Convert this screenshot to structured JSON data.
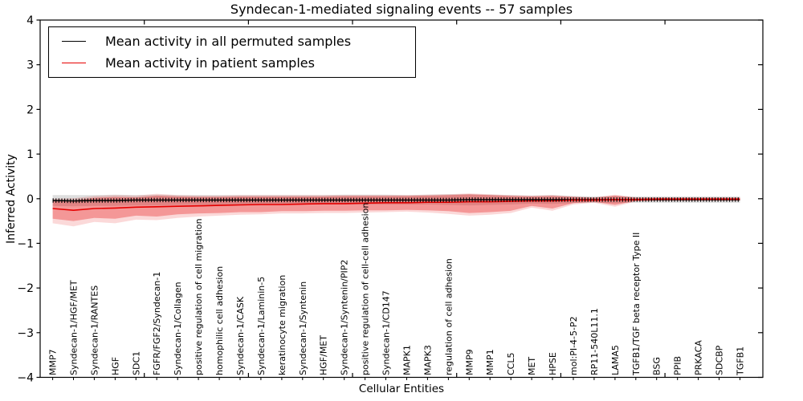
{
  "title": "Syndecan-1-mediated signaling events -- 57 samples",
  "axes": {
    "y_label": "Inferred Activity",
    "x_label": "Cellular Entities",
    "y_tick_labels": [
      "4",
      "3",
      "2",
      "1",
      "0",
      "−1",
      "−2",
      "−3",
      "−4"
    ]
  },
  "legend": {
    "items": [
      {
        "label": "Mean activity in all permuted samples",
        "color": "#000000"
      },
      {
        "label": "Mean activity in patient samples",
        "color": "#e60000"
      }
    ]
  },
  "chart_data": {
    "type": "line",
    "title": "Syndecan-1-mediated signaling events -- 57 samples",
    "xlabel": "Cellular Entities",
    "ylabel": "Inferred Activity",
    "ylim": [
      -4,
      4
    ],
    "yticks": [
      4,
      3,
      2,
      1,
      0,
      -1,
      -2,
      -3,
      -4
    ],
    "xlim": [
      0,
      34.7
    ],
    "xticks": [
      5,
      10,
      15,
      20,
      25,
      30
    ],
    "x_offset": 0.6,
    "grid": false,
    "legend_position": "upper left",
    "categories": [
      "MMP7",
      "Syndecan-1/HGF/MET",
      "Syndecan-1/RANTES",
      "HGF",
      "SDC1",
      "FGFR/FGF2/Syndecan-1",
      "Syndecan-1/Collagen",
      "positive regulation of cell migration",
      "homophilic cell adhesion",
      "Syndecan-1/CASK",
      "Syndecan-1/Laminin-5",
      "keratinocyte migration",
      "Syndecan-1/Syntenin",
      "HGF/MET",
      "Syndecan-1/Syntenin/PIP2",
      "positive regulation of cell-cell adhesion",
      "Syndecan-1/CD147",
      "MAPK1",
      "MAPK3",
      "regulation of cell adhesion",
      "MMP9",
      "MMP1",
      "CCL5",
      "MET",
      "HPSE",
      "mol:PI-4-5-P2",
      "RP11-540L11.1",
      "LAMA5",
      "TGFB1/TGF beta receptor Type II",
      "BSG",
      "PPIB",
      "PRKACA",
      "SDCBP",
      "TGFB1"
    ],
    "series": [
      {
        "name": "Mean activity in all permuted samples",
        "color": "#000000",
        "style": "solid line with small vertical tick markers",
        "values": [
          -0.04,
          -0.05,
          -0.04,
          -0.04,
          -0.03,
          -0.03,
          -0.03,
          -0.03,
          -0.03,
          -0.03,
          -0.03,
          -0.03,
          -0.03,
          -0.03,
          -0.03,
          -0.03,
          -0.03,
          -0.03,
          -0.03,
          -0.03,
          -0.02,
          -0.02,
          -0.02,
          -0.02,
          -0.02,
          -0.02,
          -0.02,
          -0.02,
          -0.02,
          -0.02,
          -0.02,
          -0.02,
          -0.02,
          -0.02
        ],
        "band": {
          "label": "std of permuted samples",
          "color": "#000000",
          "opacity": 0.13,
          "upper": [
            0.08,
            0.08,
            0.08,
            0.09,
            0.08,
            0.09,
            0.08,
            0.08,
            0.08,
            0.08,
            0.08,
            0.08,
            0.08,
            0.08,
            0.09,
            0.09,
            0.09,
            0.08,
            0.09,
            0.1,
            0.1,
            0.09,
            0.08,
            0.07,
            0.08,
            0.06,
            0.05,
            0.06,
            0.05,
            0.05,
            0.05,
            0.05,
            0.05,
            0.05
          ],
          "lower": [
            -0.16,
            -0.17,
            -0.16,
            -0.16,
            -0.15,
            -0.15,
            -0.14,
            -0.14,
            -0.14,
            -0.14,
            -0.13,
            -0.13,
            -0.13,
            -0.13,
            -0.13,
            -0.13,
            -0.13,
            -0.13,
            -0.13,
            -0.14,
            -0.15,
            -0.14,
            -0.13,
            -0.11,
            -0.12,
            -0.1,
            -0.09,
            -0.1,
            -0.09,
            -0.09,
            -0.09,
            -0.09,
            -0.09,
            -0.09
          ]
        }
      },
      {
        "name": "Mean activity in patient samples",
        "color": "#e60000",
        "style": "solid line",
        "values": [
          -0.22,
          -0.26,
          -0.22,
          -0.21,
          -0.19,
          -0.18,
          -0.17,
          -0.16,
          -0.15,
          -0.14,
          -0.13,
          -0.13,
          -0.12,
          -0.11,
          -0.11,
          -0.1,
          -0.09,
          -0.09,
          -0.08,
          -0.08,
          -0.07,
          -0.07,
          -0.06,
          -0.05,
          -0.05,
          -0.03,
          -0.03,
          -0.02,
          -0.02,
          -0.01,
          -0.01,
          -0.01,
          -0.01,
          -0.01
        ],
        "band_inner": {
          "label": "inner spread of patient samples",
          "color": "#e60000",
          "opacity": 0.3,
          "upper": [
            -0.05,
            -0.04,
            0.02,
            0.04,
            0.03,
            0.07,
            0.05,
            0.04,
            0.04,
            0.05,
            0.05,
            0.05,
            0.05,
            0.05,
            0.06,
            0.06,
            0.06,
            0.06,
            0.07,
            0.08,
            0.1,
            0.08,
            0.06,
            0.05,
            0.06,
            0.04,
            0.02,
            0.07,
            0.02,
            0.02,
            0.02,
            0.02,
            0.02,
            0.02
          ],
          "lower": [
            -0.45,
            -0.5,
            -0.43,
            -0.45,
            -0.38,
            -0.4,
            -0.35,
            -0.33,
            -0.32,
            -0.3,
            -0.3,
            -0.28,
            -0.28,
            -0.27,
            -0.27,
            -0.26,
            -0.26,
            -0.25,
            -0.26,
            -0.28,
            -0.32,
            -0.3,
            -0.27,
            -0.16,
            -0.22,
            -0.1,
            -0.07,
            -0.14,
            -0.05,
            -0.04,
            -0.04,
            -0.04,
            -0.04,
            -0.04
          ]
        },
        "band_outer": {
          "label": "outer spread of patient samples",
          "color": "#e60000",
          "opacity": 0.15,
          "upper": [
            0.0,
            0.01,
            0.06,
            0.08,
            0.07,
            0.11,
            0.08,
            0.07,
            0.07,
            0.08,
            0.08,
            0.08,
            0.08,
            0.08,
            0.08,
            0.08,
            0.08,
            0.08,
            0.09,
            0.1,
            0.12,
            0.1,
            0.08,
            0.07,
            0.08,
            0.05,
            0.03,
            0.09,
            0.03,
            0.03,
            0.03,
            0.03,
            0.03,
            0.03
          ],
          "lower": [
            -0.55,
            -0.62,
            -0.52,
            -0.55,
            -0.47,
            -0.48,
            -0.43,
            -0.4,
            -0.38,
            -0.36,
            -0.35,
            -0.33,
            -0.33,
            -0.32,
            -0.32,
            -0.31,
            -0.3,
            -0.29,
            -0.31,
            -0.34,
            -0.38,
            -0.36,
            -0.32,
            -0.2,
            -0.27,
            -0.13,
            -0.09,
            -0.18,
            -0.06,
            -0.05,
            -0.05,
            -0.05,
            -0.05,
            -0.05
          ]
        }
      }
    ]
  }
}
